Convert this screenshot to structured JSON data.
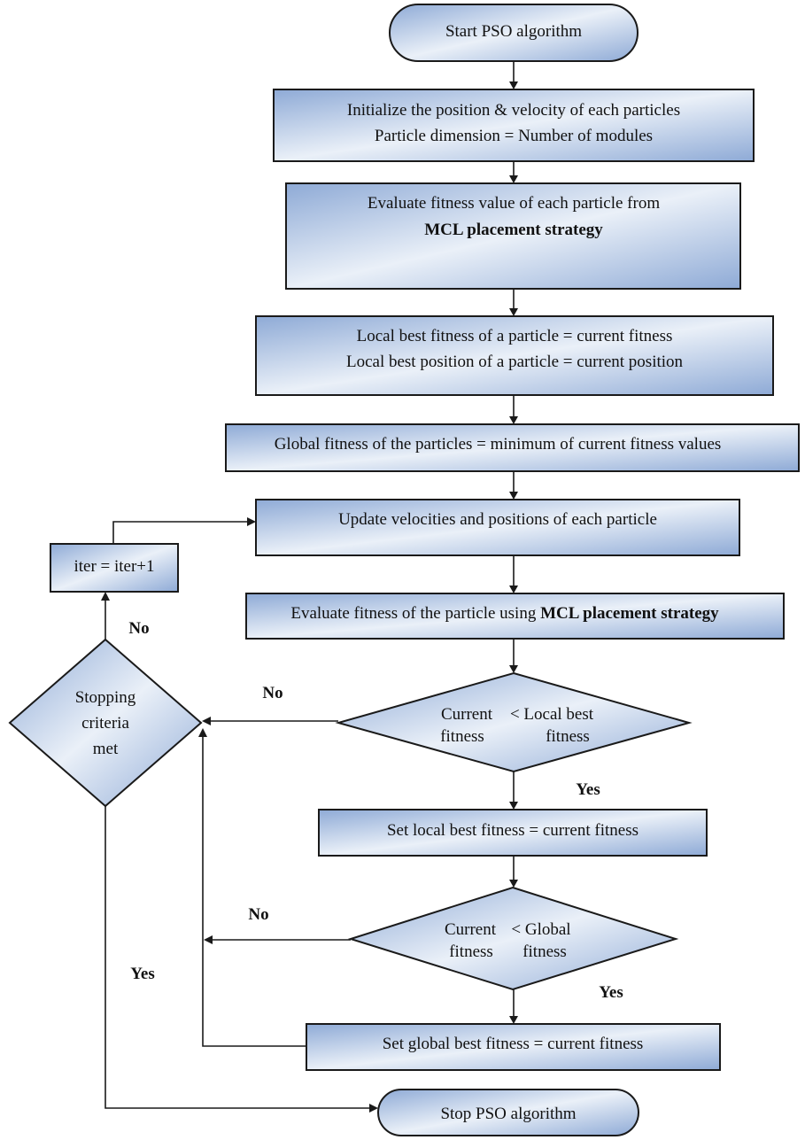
{
  "colors": {
    "fill_light": "#eaf0f8",
    "fill_dark": "#8eaad6",
    "stroke": "#1a1a1a"
  },
  "nodes": {
    "start": "Start PSO algorithm",
    "initialize": {
      "line1": "Initialize the position & velocity of each particles",
      "line2": "Particle dimension = Number of modules"
    },
    "evaluate_initial": {
      "line1": "Evaluate fitness value of each particle from",
      "line2": "MCL placement strategy"
    },
    "local_best_init": {
      "line1": "Local best fitness of a particle = current fitness",
      "line2": "Local best position of a particle = current position"
    },
    "global_fitness": "Global fitness of the particles = minimum of current fitness values",
    "update": "Update velocities and positions of each particle",
    "evaluate_loop": {
      "prefix": "Evaluate fitness of the particle using ",
      "bold": "MCL placement strategy"
    },
    "decision_local": {
      "line1_left": "Current",
      "line1_right": "< Local best",
      "line2_left": "fitness",
      "line2_right": "fitness"
    },
    "set_local": "Set local best fitness = current fitness",
    "decision_global": {
      "line1_left": "Current",
      "line1_right": "< Global",
      "line2_left": "fitness",
      "line2_right": "fitness"
    },
    "set_global": "Set global best fitness = current fitness",
    "stopping": {
      "line1": "Stopping",
      "line2": "criteria",
      "line3": "met"
    },
    "iter": "iter = iter+1",
    "stop": "Stop PSO algorithm"
  },
  "edge_labels": {
    "local_no": "No",
    "local_yes": "Yes",
    "global_no": "No",
    "global_yes": "Yes",
    "stop_no": "No",
    "stop_yes": "Yes"
  }
}
